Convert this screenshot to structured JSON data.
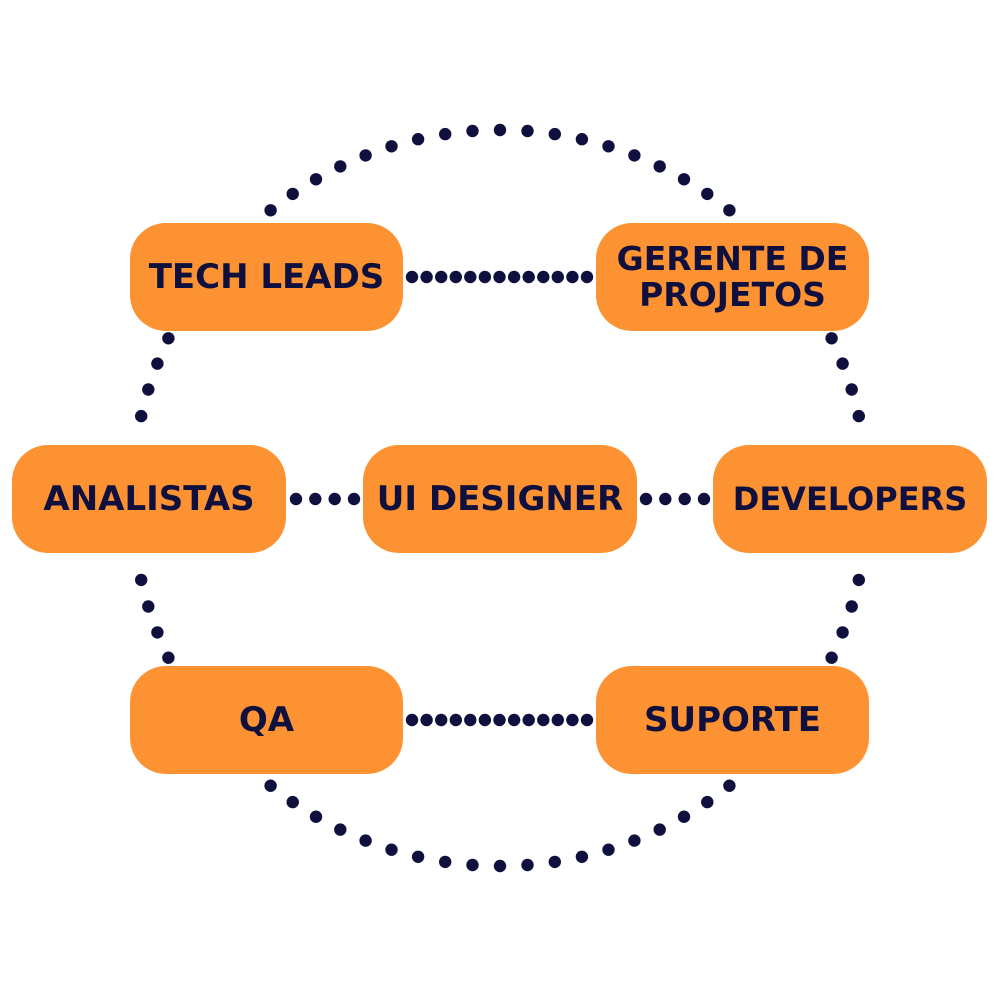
{
  "colors": {
    "node_fill": "#fd9233",
    "node_text": "#10103f",
    "dot": "#10103f",
    "background": "#ffffff"
  },
  "nodes": {
    "tech_leads": {
      "label": "TECH LEADS"
    },
    "gerente_de_projetos": {
      "label_line1": "GERENTE DE",
      "label_line2": "PROJETOS"
    },
    "analistas": {
      "label": "ANALISTAS"
    },
    "ui_designer": {
      "label": "UI DESIGNER"
    },
    "developers": {
      "label": "DEVELOPERS"
    },
    "qa": {
      "label": "QA"
    },
    "suporte": {
      "label": "SUPORTE"
    }
  },
  "connections": [
    {
      "from": "tech_leads",
      "to": "gerente_de_projetos"
    },
    {
      "from": "analistas",
      "to": "ui_designer"
    },
    {
      "from": "ui_designer",
      "to": "developers"
    },
    {
      "from": "qa",
      "to": "suporte"
    }
  ]
}
